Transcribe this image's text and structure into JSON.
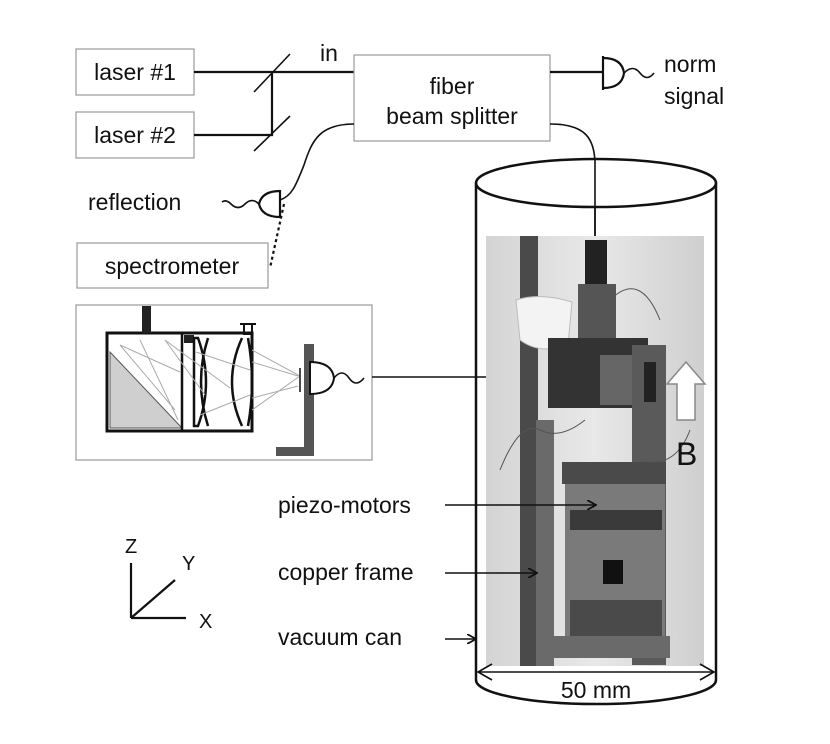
{
  "labels": {
    "laser1": "laser #1",
    "laser2": "laser #2",
    "in": "in",
    "splitter_line1": "fiber",
    "splitter_line2": "beam splitter",
    "norm_line1": "norm",
    "norm_line2": "signal",
    "reflection": "reflection",
    "spectrometer": "spectrometer",
    "piezo": "piezo-motors",
    "copper": "copper frame",
    "vacuum": "vacuum can",
    "field": "B",
    "width": "50 mm",
    "axis_z": "Z",
    "axis_y": "Y",
    "axis_x": "X"
  },
  "icons": {
    "detector": "photodetector-icon",
    "mirror": "mirror-icon",
    "arrow": "arrow-icon"
  },
  "colors": {
    "ink": "#111111",
    "box_border": "#9a9a9a",
    "photo_bg": "#d9d9d9",
    "prism_fill": "#cfcfcf"
  }
}
